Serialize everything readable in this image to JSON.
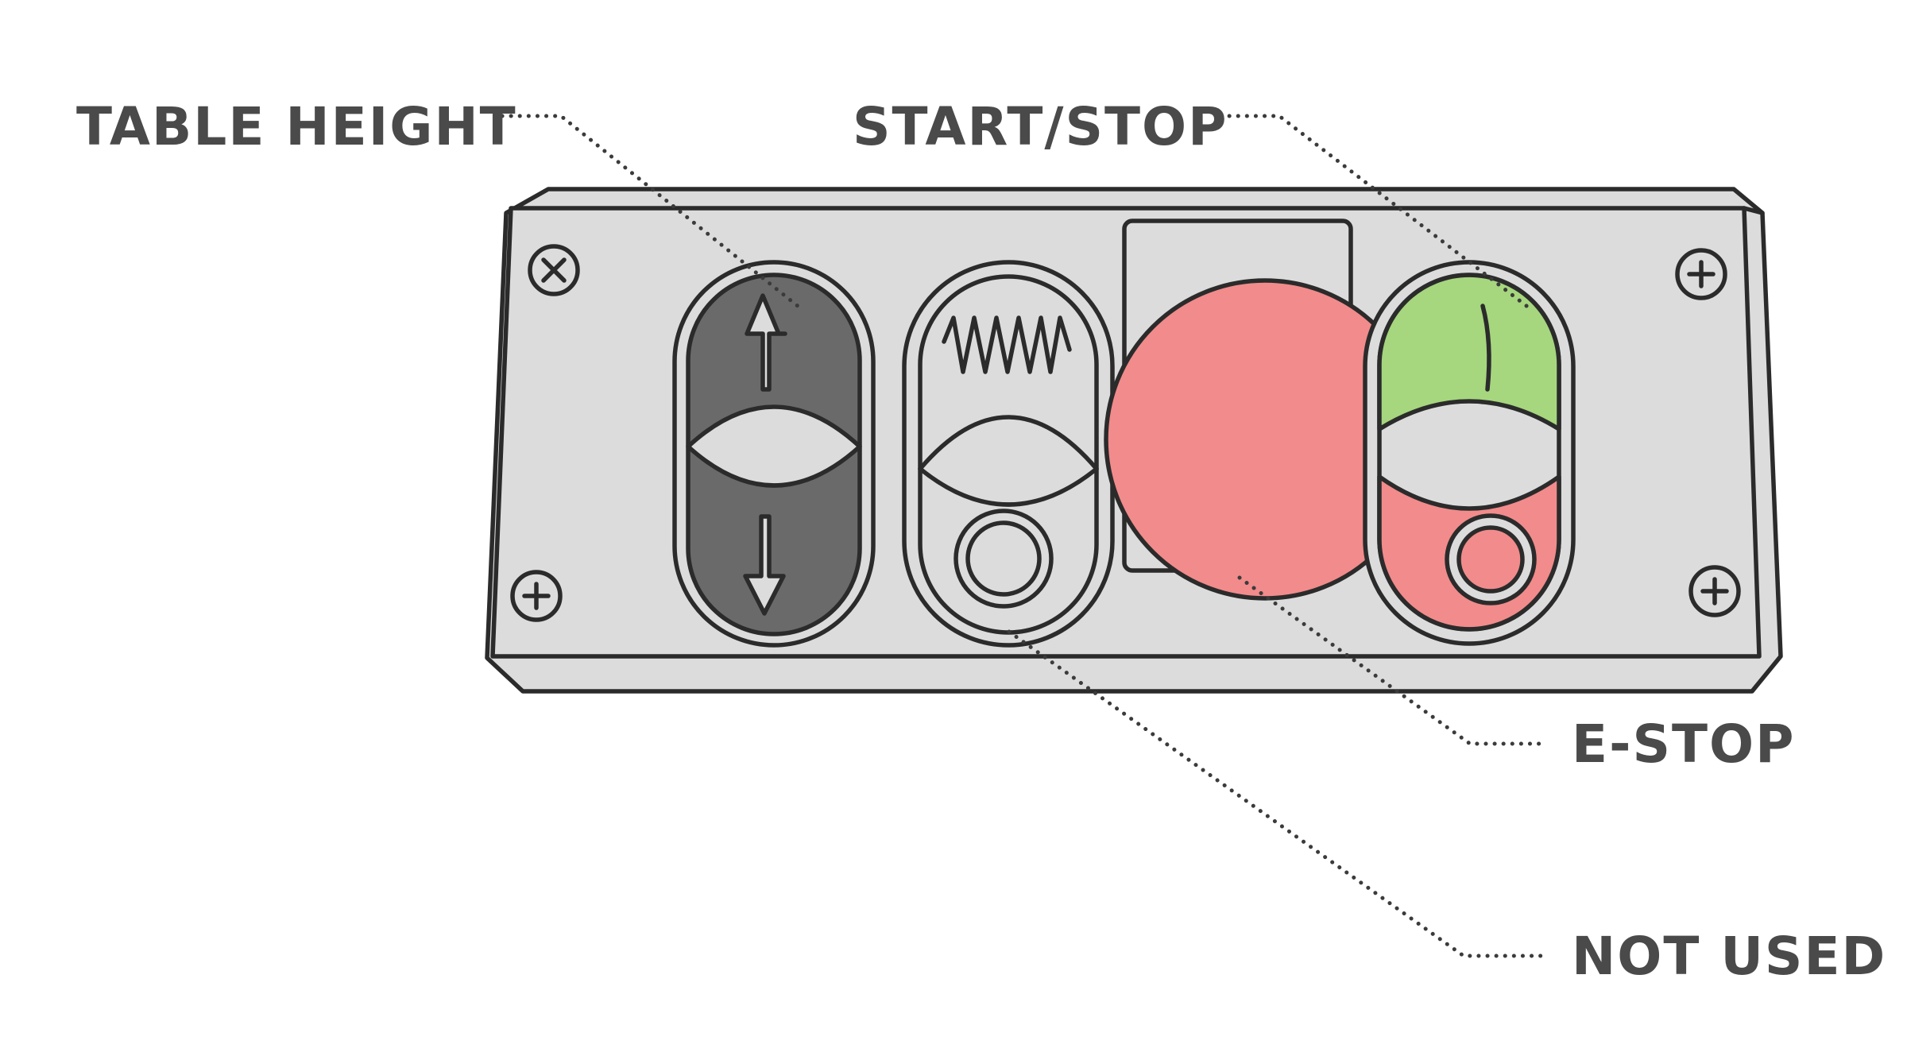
{
  "labels": {
    "table_height": "TABLE HEIGHT",
    "start_stop": "START/STOP",
    "e_stop": "E-STOP",
    "not_used": "NOT USED"
  },
  "colors": {
    "panel": "#dcdcdd",
    "panel_edge": "#2b2b2b",
    "table_height_button": "#6a6a6a",
    "e_stop_button": "#f28b8b",
    "start_button": "#a6d67e",
    "stop_button": "#f28b8b",
    "label_text": "#4a4a4a"
  },
  "icons": {
    "table_height": [
      "arrow-up-icon",
      "arrow-down-icon"
    ],
    "not_used": [
      "zigzag-icon",
      "ring-icon"
    ],
    "start_stop": [
      "start-bar-icon",
      "stop-ring-icon"
    ],
    "screws": [
      "screw-icon"
    ]
  }
}
